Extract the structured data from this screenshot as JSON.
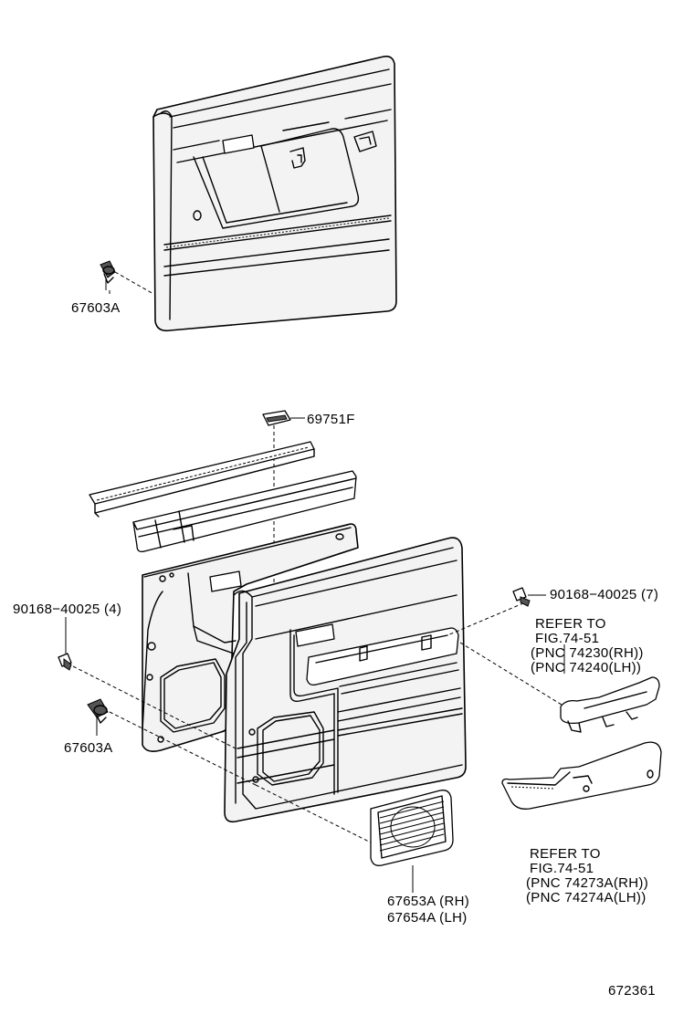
{
  "diagram": {
    "parts": {
      "clip_upper": "67603A",
      "clip_lower": "67603A",
      "cover": "69751F",
      "screw_left": "90168−40025 (4)",
      "screw_right": "90168−40025 (7)",
      "speaker_grille_rh": "67653A (RH)",
      "speaker_grille_lh": "67654A (LH)"
    },
    "references": {
      "armrest_upper": [
        "REFER TO",
        "FIG.74-51",
        "(PNC 74230(RH))",
        "(PNC 74240(LH))"
      ],
      "armrest_lower": [
        "REFER TO",
        "FIG.74-51",
        "(PNC 74273A(RH))",
        "(PNC 74274A(LH))"
      ]
    },
    "figure_number": "672361"
  }
}
